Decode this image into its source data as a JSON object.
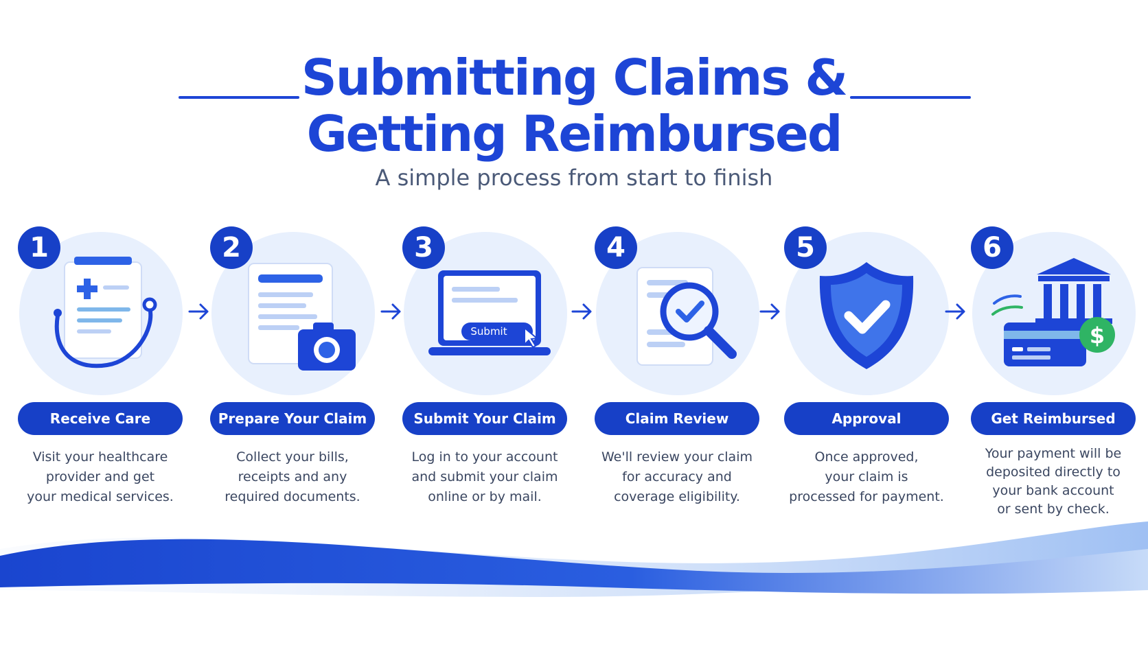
{
  "header": {
    "title_line1": "Submitting Claims &",
    "title_line2": "Getting Reimbursed",
    "subtitle": "A simple process from start to finish"
  },
  "colors": {
    "primary": "#1d45d6",
    "badge": "#1740c7",
    "circle": "#e8f0fd",
    "accent_green": "#2fb464"
  },
  "steps": [
    {
      "number": "1",
      "label": "Receive Care",
      "icon": "medical-clipboard-stethoscope-icon",
      "description": [
        "Visit your healthcare",
        "provider and get",
        "your medical services."
      ]
    },
    {
      "number": "2",
      "label": "Prepare Your Claim",
      "icon": "document-camera-icon",
      "description": [
        "Collect your bills,",
        "receipts and any",
        "required documents."
      ]
    },
    {
      "number": "3",
      "label": "Submit Your Claim",
      "icon": "laptop-submit-icon",
      "button_text": "Submit",
      "description": [
        "Log in to your account",
        "and submit your claim",
        "online or by mail."
      ]
    },
    {
      "number": "4",
      "label": "Claim Review",
      "icon": "document-magnifier-check-icon",
      "description": [
        "We'll review your claim",
        "for accuracy and",
        "coverage eligibility."
      ]
    },
    {
      "number": "5",
      "label": "Approval",
      "icon": "shield-check-icon",
      "description": [
        "Once approved,",
        "your claim is",
        "processed for payment."
      ]
    },
    {
      "number": "6",
      "label": "Get Reimbursed",
      "icon": "bank-card-dollar-icon",
      "badge_text": "$",
      "description": [
        "Your payment will be",
        "deposited directly to",
        "your bank account",
        "or sent by check."
      ]
    }
  ]
}
